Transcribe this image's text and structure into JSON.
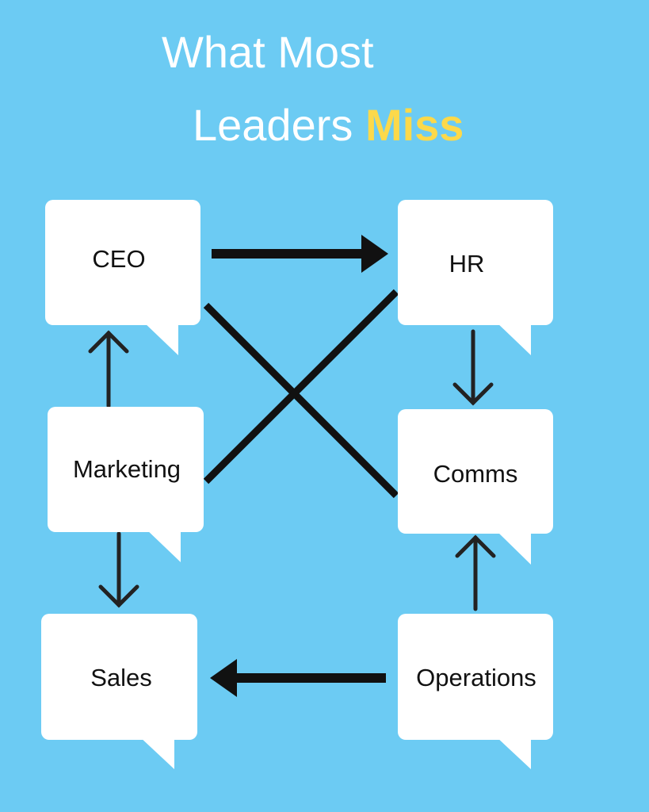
{
  "title": {
    "line1": "What Most",
    "line2_prefix": "Leaders",
    "line2_highlight": "Miss"
  },
  "colors": {
    "background": "#6ccbf3",
    "highlight": "#fcd94a",
    "box": "#ffffff",
    "arrow": "#111111"
  },
  "nodes": {
    "ceo": "CEO",
    "hr": "HR",
    "marketing": "Marketing",
    "comms": "Comms",
    "sales": "Sales",
    "operations": "Operations"
  },
  "edges": [
    {
      "from": "CEO",
      "to": "HR",
      "style": "thick-arrow"
    },
    {
      "from": "HR",
      "to": "Comms",
      "style": "thin-arrow"
    },
    {
      "from": "Marketing",
      "to": "CEO",
      "style": "thin-arrow"
    },
    {
      "from": "Marketing",
      "to": "Sales",
      "style": "thin-arrow"
    },
    {
      "from": "Operations",
      "to": "Comms",
      "style": "thin-arrow"
    },
    {
      "from": "Operations",
      "to": "Sales",
      "style": "thick-arrow"
    },
    {
      "from": "CEO",
      "to": "Comms",
      "style": "line"
    },
    {
      "from": "Marketing",
      "to": "HR",
      "style": "line"
    }
  ]
}
